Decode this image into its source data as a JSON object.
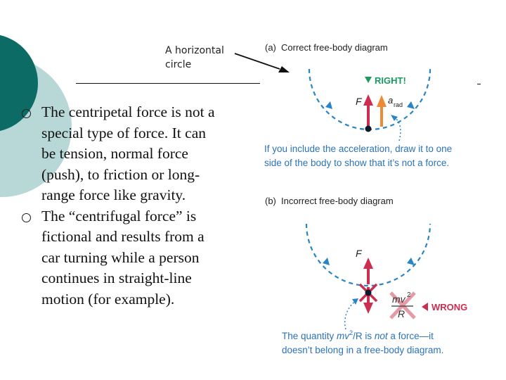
{
  "annotation": {
    "line1": "A horizontal",
    "line2": "circle"
  },
  "bullets": [
    {
      "lines": [
        "The centripetal force is not a",
        "special type of force. It can",
        "be tension, normal force",
        "(push), to friction or long-",
        "range force like gravity."
      ]
    },
    {
      "lines": [
        "The “centrifugal force” is",
        "fictional and results from a",
        "car turning while a person",
        "continues in straight-line",
        "motion (for example)."
      ]
    }
  ],
  "figure": {
    "a": {
      "label": "(a)",
      "title": "Correct free-body diagram",
      "right_label": "RIGHT!",
      "force_label": "F",
      "accel_label": "a",
      "accel_sub": "rad",
      "note_line1": "If you include the acceleration, draw it to one",
      "note_line2": "side of the body to show that it’s not a force."
    },
    "b": {
      "label": "(b)",
      "title": "Incorrect free-body diagram",
      "force_label": "F",
      "frac_num": "mv",
      "frac_num_sup": "2",
      "frac_den": "R",
      "wrong_label": "WRONG",
      "note_line1_pre": "The quantity ",
      "note_line1_expr": "mv",
      "note_line1_sup": "2",
      "note_line1_mid": "/R is ",
      "note_line1_not": "not",
      "note_line1_post": " a force—it",
      "note_line2": "doesn’t belong in a free-body diagram."
    },
    "colors": {
      "blue": "#2a85c4",
      "red": "#cc2e4f",
      "orange": "#ec8a35",
      "teal": "#0d6b66",
      "light_teal": "#b8d8d8",
      "note_blue": "#2b73b8",
      "dark": "#0b1b2b"
    }
  }
}
